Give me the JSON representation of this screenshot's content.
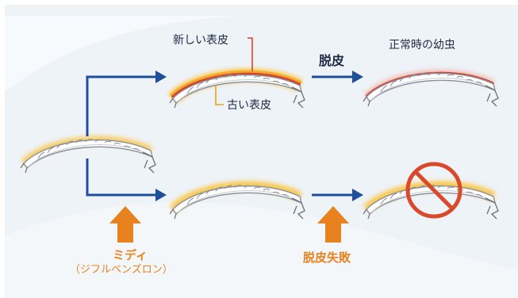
{
  "labels": {
    "new_cuticle": "新しい表皮",
    "old_cuticle": "古い表皮",
    "molting": "脱皮",
    "normal_larva": "正常時の幼虫",
    "mite_name": "ミディ",
    "mite_compound": "（ジフルベンズロン）",
    "molting_failure": "脱皮失敗"
  },
  "colors": {
    "arrow": "#1f4e9a",
    "orange": "#e8821e",
    "new_cuticle_red": "#d9432b",
    "glow_yellow": "#fbc33b",
    "prohibit_red": "#d94a2b",
    "text_dark": "#1f2a44"
  }
}
